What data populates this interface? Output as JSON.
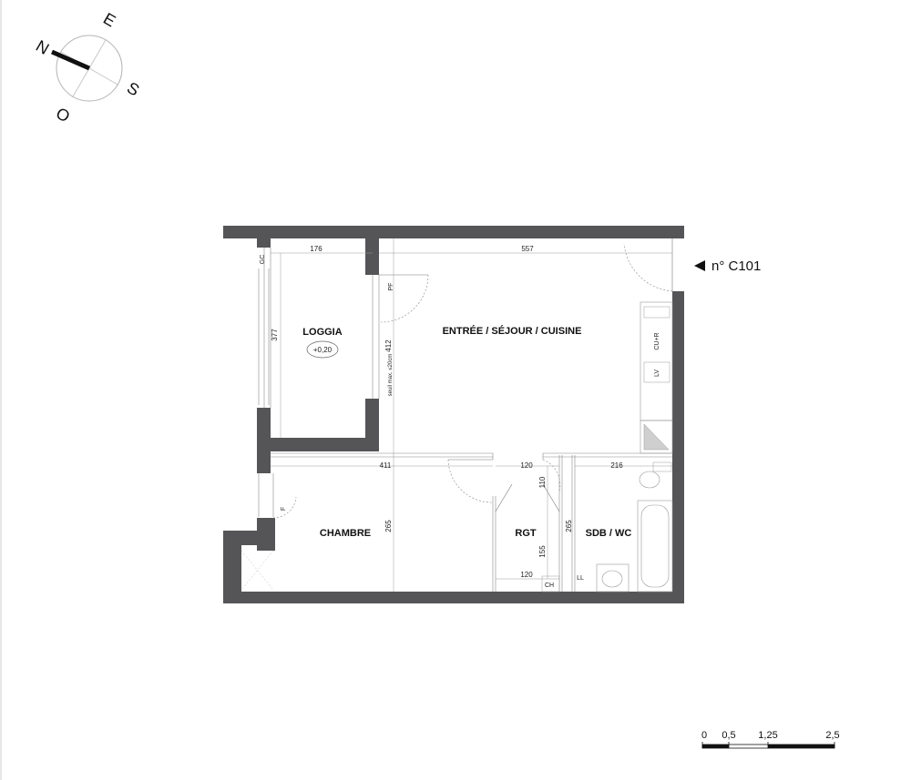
{
  "compass": {
    "north": "N",
    "east": "E",
    "south": "S",
    "west": "O"
  },
  "apartment": {
    "label": "n° C101"
  },
  "rooms": {
    "loggia": "LOGGIA",
    "loggia_level": "+0,20",
    "sejour": "ENTRÉE / SÉJOUR / CUISINE",
    "chambre": "CHAMBRE",
    "rgt": "RGT",
    "sdb": "SDB / WC"
  },
  "dimensions": {
    "loggia_width": "176",
    "sejour_width": "557",
    "loggia_height": "377",
    "sejour_height": "412",
    "chambre_width": "411",
    "rgt_width_top": "120",
    "rgt_depth_top": "110",
    "sdb_width": "216",
    "chambre_height": "265",
    "sdb_height": "265",
    "rgt_height": "155",
    "rgt_width_bottom": "120"
  },
  "annotations": {
    "gc": "GC",
    "pf": "PF",
    "seuil": "seuil max. ≤20cm",
    "cu_r": "CU+R",
    "lv": "LV",
    "f": "F",
    "ch": "CH",
    "ll": "LL"
  },
  "scale_bar": {
    "t0": "0",
    "t1": "0,5",
    "t2": "1,25",
    "t3": "2,5"
  }
}
